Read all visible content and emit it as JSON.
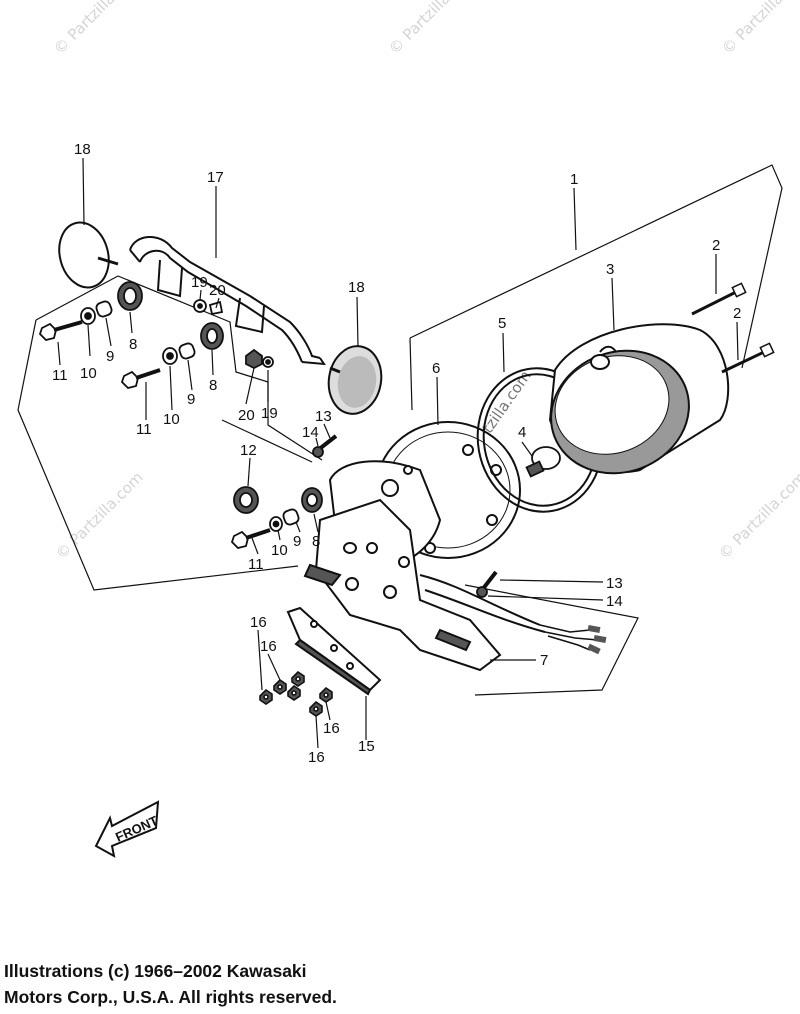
{
  "diagram": {
    "callouts": {
      "c1": "1",
      "c2a": "2",
      "c2b": "2",
      "c3": "3",
      "c4": "4",
      "c5": "5",
      "c6": "6",
      "c7": "7",
      "c8a": "8",
      "c8b": "8",
      "c8c": "8",
      "c9a": "9",
      "c9b": "9",
      "c9c": "9",
      "c10a": "10",
      "c10b": "10",
      "c10c": "10",
      "c11a": "11",
      "c11b": "11",
      "c11c": "11",
      "c12": "12",
      "c13a": "13",
      "c13b": "13",
      "c14a": "14",
      "c14b": "14",
      "c15": "15",
      "c16a": "16",
      "c16b": "16",
      "c16c": "16",
      "c16d": "16",
      "c17": "17",
      "c18a": "18",
      "c18b": "18",
      "c19a": "19",
      "c19b": "19",
      "c20a": "20",
      "c20b": "20"
    },
    "front_label": "FRONT",
    "watermark_text": "© Partzilla.com",
    "watermark_corner": "© Partzilla"
  },
  "footer": {
    "line1": "Illustrations (c) 1966–2002 Kawasaki",
    "line2": "Motors Corp., U.S.A.  All rights reserved."
  }
}
